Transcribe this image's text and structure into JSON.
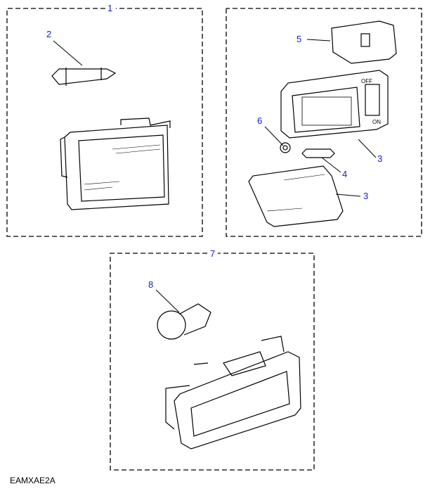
{
  "callouts": {
    "c1": "1",
    "c2": "2",
    "c3a": "3",
    "c3b": "3",
    "c4": "4",
    "c5": "5",
    "c6": "6",
    "c7": "7",
    "c8": "8"
  },
  "switch_labels": {
    "off": "OFF",
    "on": "ON"
  },
  "caption": "EAMXAE2A",
  "colors": {
    "callout": "#1a1ad0",
    "line": "#000000"
  }
}
